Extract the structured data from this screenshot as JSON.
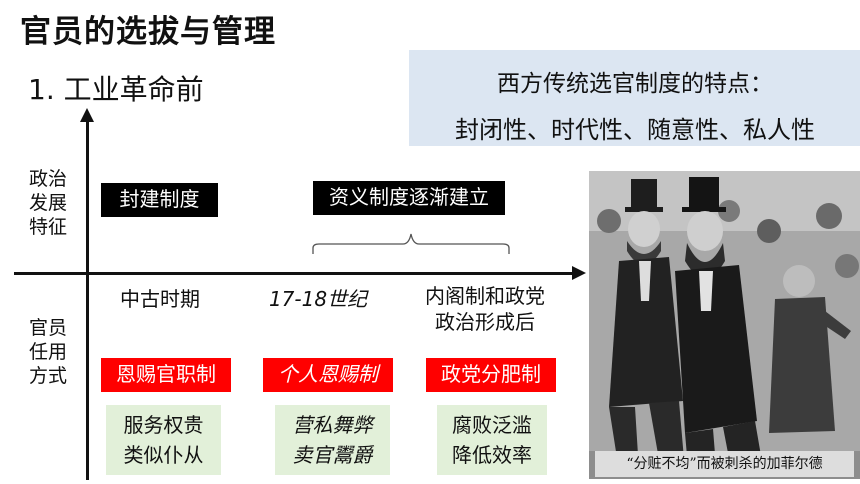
{
  "title": "官员的选拔与管理",
  "subtitle": "1. 工业革命前",
  "feature_box": {
    "line1": "西方传统选官制度的特点：",
    "line2": "封闭性、时代性、随意性、私人性"
  },
  "axis_labels": {
    "political": [
      "政治",
      "发展",
      "特征"
    ],
    "method": [
      "官员",
      "任用",
      "方式"
    ]
  },
  "political_features": {
    "feudal": "封建制度",
    "capitalist": "资义制度逐渐建立"
  },
  "periods": {
    "p1": "中古时期",
    "p2": "17-18世纪",
    "p3_line1": "内阁制和政党",
    "p3_line2": "政治形成后"
  },
  "methods": {
    "m1": "恩赐官职制",
    "m2": "个人恩赐制",
    "m3": "政党分肥制"
  },
  "effects": {
    "e1_line1": "服务权贵",
    "e1_line2": "类似仆从",
    "e2_line1": "营私舞弊",
    "e2_line2": "卖官鬻爵",
    "e3_line1": "腐败泛滥",
    "e3_line2": "降低效率"
  },
  "illustration": {
    "caption": "“分赃不均”而被刺杀的加菲尔德"
  },
  "colors": {
    "feature_box_bg": "#dce6f2",
    "red_box": "#ff0000",
    "green_box": "#e2f0d9",
    "black_box": "#000000"
  }
}
